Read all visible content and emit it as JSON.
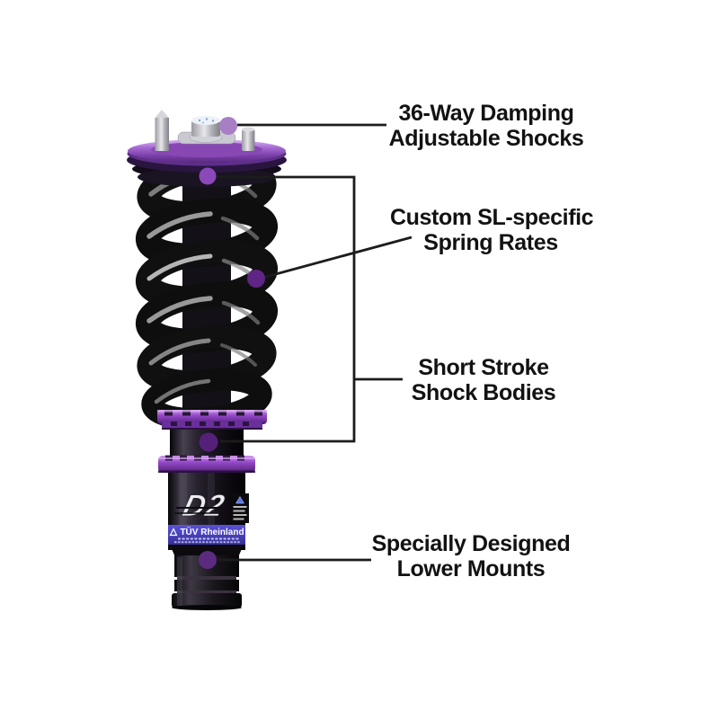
{
  "product": {
    "brand_logo": "D2",
    "certification_label": "TÜV Rheinland"
  },
  "callouts": [
    {
      "id": "damping",
      "line1": "36-Way Damping",
      "line2": "Adjustable Shocks"
    },
    {
      "id": "spring",
      "line1": "Custom SL-specific",
      "line2": "Spring Rates"
    },
    {
      "id": "stroke",
      "line1": "Short Stroke",
      "line2": "Shock Bodies"
    },
    {
      "id": "mounts",
      "line1": "Specially Designed",
      "line2": "Lower Mounts"
    }
  ],
  "colors": {
    "background": "#ffffff",
    "text": "#121212",
    "callout_line": "#1c1c1c",
    "anodized_purple": "#9348c8",
    "marker_light_purple": "#a87fc4",
    "marker_dark_purple": "#5e2585",
    "tuv_band_blue": "#4640b8",
    "spring_black": "#101010",
    "hardware_silver": "#c9c9d2"
  }
}
